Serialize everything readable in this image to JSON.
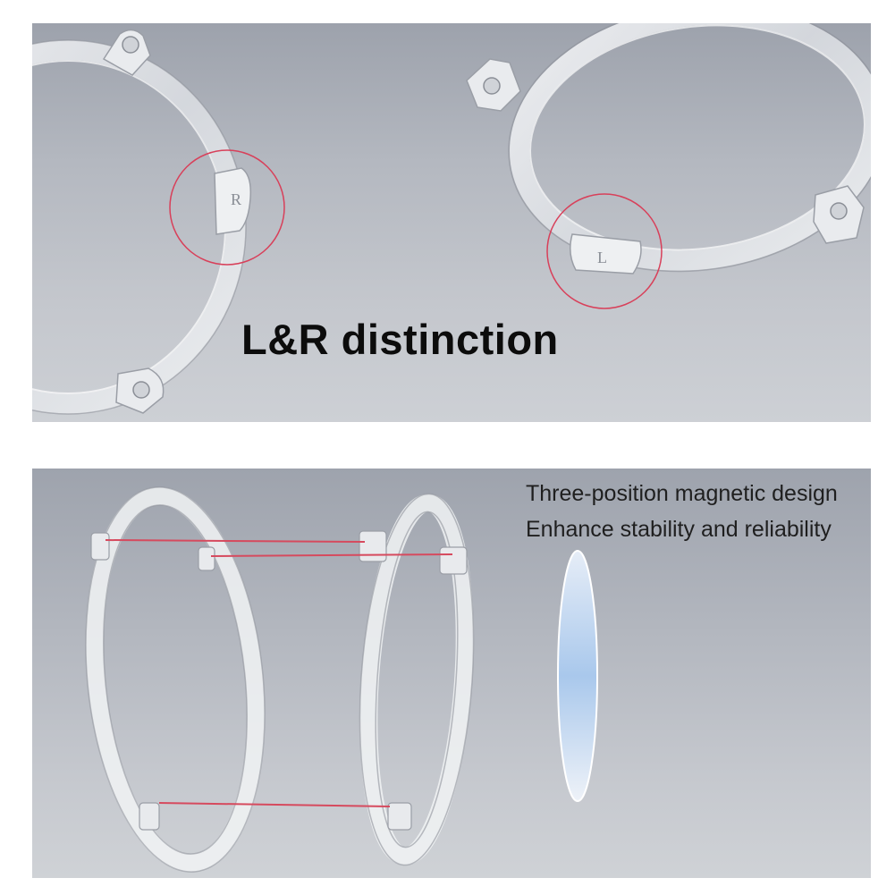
{
  "top_panel": {
    "heading": "L&R distinction",
    "left_mark": "R",
    "right_mark": "L"
  },
  "bottom_panel": {
    "caption_line_1": "Three-position magnetic design",
    "caption_line_2": "Enhance stability and reliability"
  },
  "colors": {
    "highlight_circle": "#d8405a",
    "alignment_line": "#d64a5e",
    "lens_tint": "#a9c8ec"
  },
  "icons": [
    "lens-ring-left",
    "lens-ring-right",
    "lens-disc"
  ]
}
